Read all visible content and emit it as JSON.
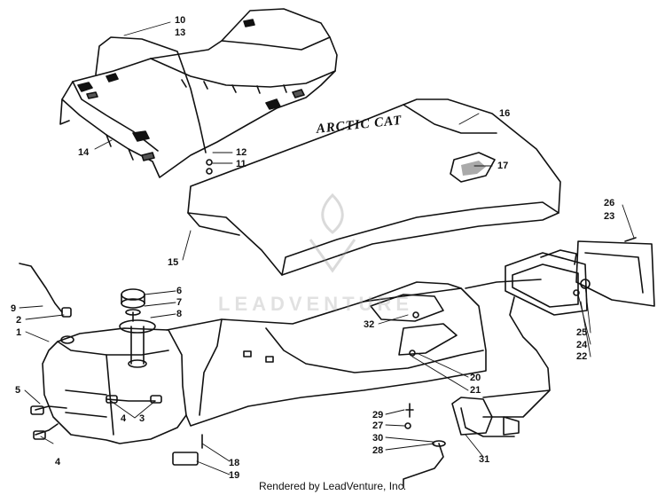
{
  "diagram": {
    "brand_decal": "ARCTIC CAT",
    "watermark": "LEADVENTURE",
    "footer": "Rendered by LeadVenture, Inc.",
    "callouts": {
      "c10": "10",
      "c13": "13",
      "c14": "14",
      "c12": "12",
      "c11": "11",
      "c16": "16",
      "c17": "17",
      "c15": "15",
      "c26": "26",
      "c23": "23",
      "c9": "9",
      "c2": "2",
      "c1": "1",
      "c6": "6",
      "c7": "7",
      "c8": "8",
      "c32": "32",
      "c25": "25",
      "c24": "24",
      "c22": "22",
      "c20": "20",
      "c21": "21",
      "c5": "5",
      "c4a": "4",
      "c3": "3",
      "c4b": "4",
      "c29": "29",
      "c27": "27",
      "c30": "30",
      "c28": "28",
      "c31": "31",
      "c18": "18",
      "c19": "19"
    }
  }
}
